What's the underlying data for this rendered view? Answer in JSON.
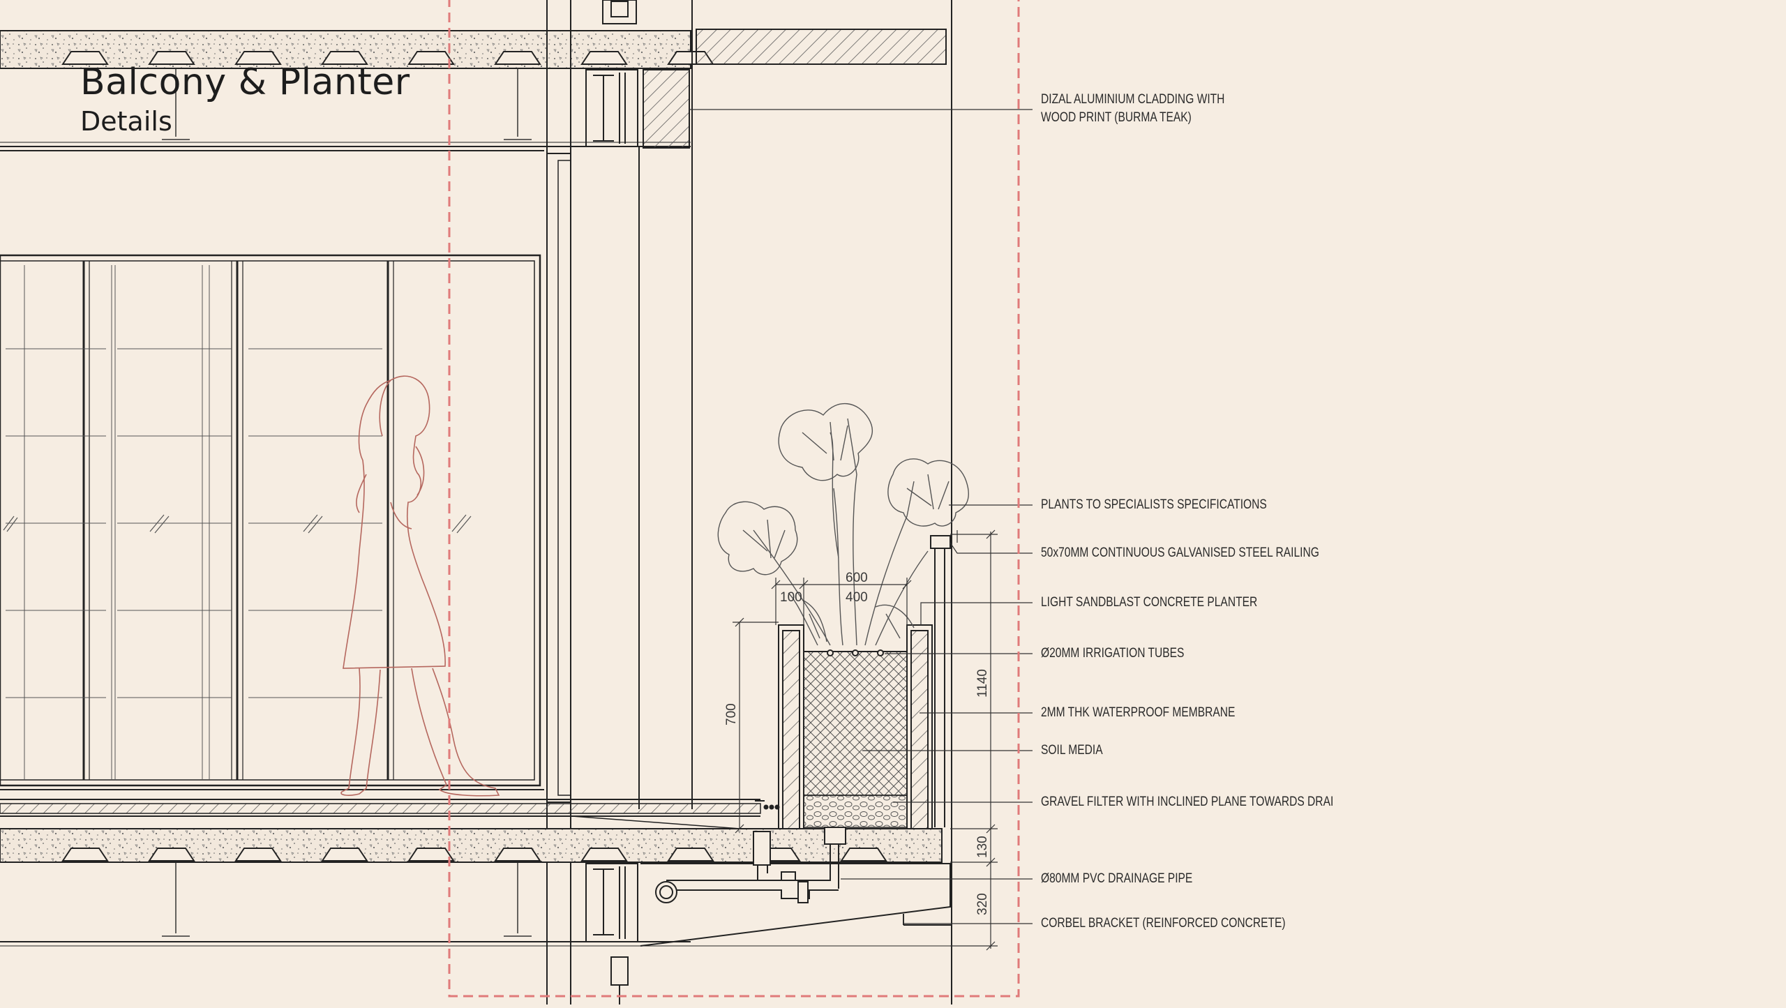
{
  "title": "Balcony & Planter",
  "subtitle": "Details",
  "annotations": [
    {
      "id": "cladding",
      "lines": [
        "DIZAL ALUMINIUM CLADDING WITH",
        "WOOD PRINT (BURMA TEAK)"
      ]
    },
    {
      "id": "plants",
      "lines": [
        "PLANTS TO SPECIALISTS SPECIFICATIONS"
      ]
    },
    {
      "id": "railing",
      "lines": [
        "50x70MM CONTINUOUS GALVANISED STEEL RAILING"
      ]
    },
    {
      "id": "planter",
      "lines": [
        "LIGHT SANDBLAST CONCRETE PLANTER"
      ]
    },
    {
      "id": "irrigation",
      "lines": [
        "Ø20MM IRRIGATION TUBES"
      ]
    },
    {
      "id": "membrane",
      "lines": [
        "2MM THK WATERPROOF MEMBRANE"
      ]
    },
    {
      "id": "soil",
      "lines": [
        "SOIL MEDIA"
      ]
    },
    {
      "id": "gravel",
      "lines": [
        "GRAVEL FILTER WITH INCLINED PLANE TOWARDS DRAI"
      ]
    },
    {
      "id": "pipe",
      "lines": [
        "Ø80MM PVC DRAINAGE PIPE"
      ]
    },
    {
      "id": "corbel",
      "lines": [
        "CORBEL BRACKET (REINFORCED CONCRETE)"
      ]
    }
  ],
  "dimensions": {
    "d100": "100",
    "d600": "600",
    "d400": "400",
    "d700": "700",
    "d1140": "1140",
    "d130": "130",
    "d320": "320"
  },
  "colors": {
    "background": "#f6ede2",
    "line": "#222222",
    "figure": "#b5675e",
    "boundary": "#e07a7a"
  }
}
